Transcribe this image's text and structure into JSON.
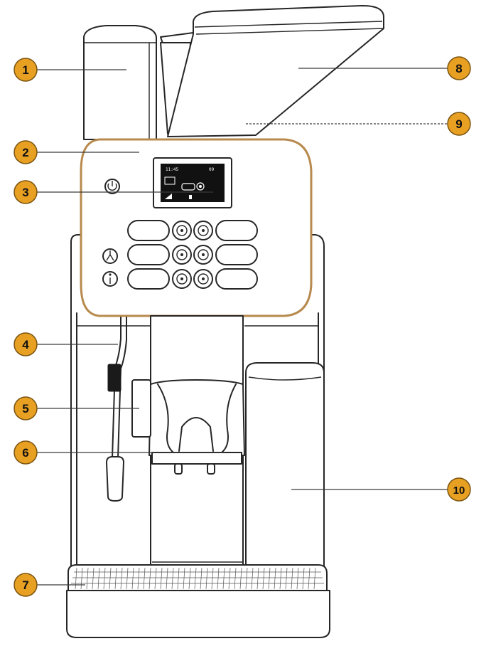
{
  "callouts": [
    {
      "id": "c1",
      "label": "1"
    },
    {
      "id": "c2",
      "label": "2"
    },
    {
      "id": "c3",
      "label": "3"
    },
    {
      "id": "c4",
      "label": "4"
    },
    {
      "id": "c5",
      "label": "5"
    },
    {
      "id": "c6",
      "label": "6"
    },
    {
      "id": "c7",
      "label": "7"
    },
    {
      "id": "c8",
      "label": "8"
    },
    {
      "id": "c9",
      "label": "9"
    },
    {
      "id": "c10",
      "label": "10"
    }
  ],
  "icons": {
    "power": "power-icon",
    "clean": "clean-icon",
    "info": "info-icon"
  },
  "colors": {
    "badge": "#e8a023",
    "panel_border": "#b88a4e",
    "screen": "#111111"
  }
}
